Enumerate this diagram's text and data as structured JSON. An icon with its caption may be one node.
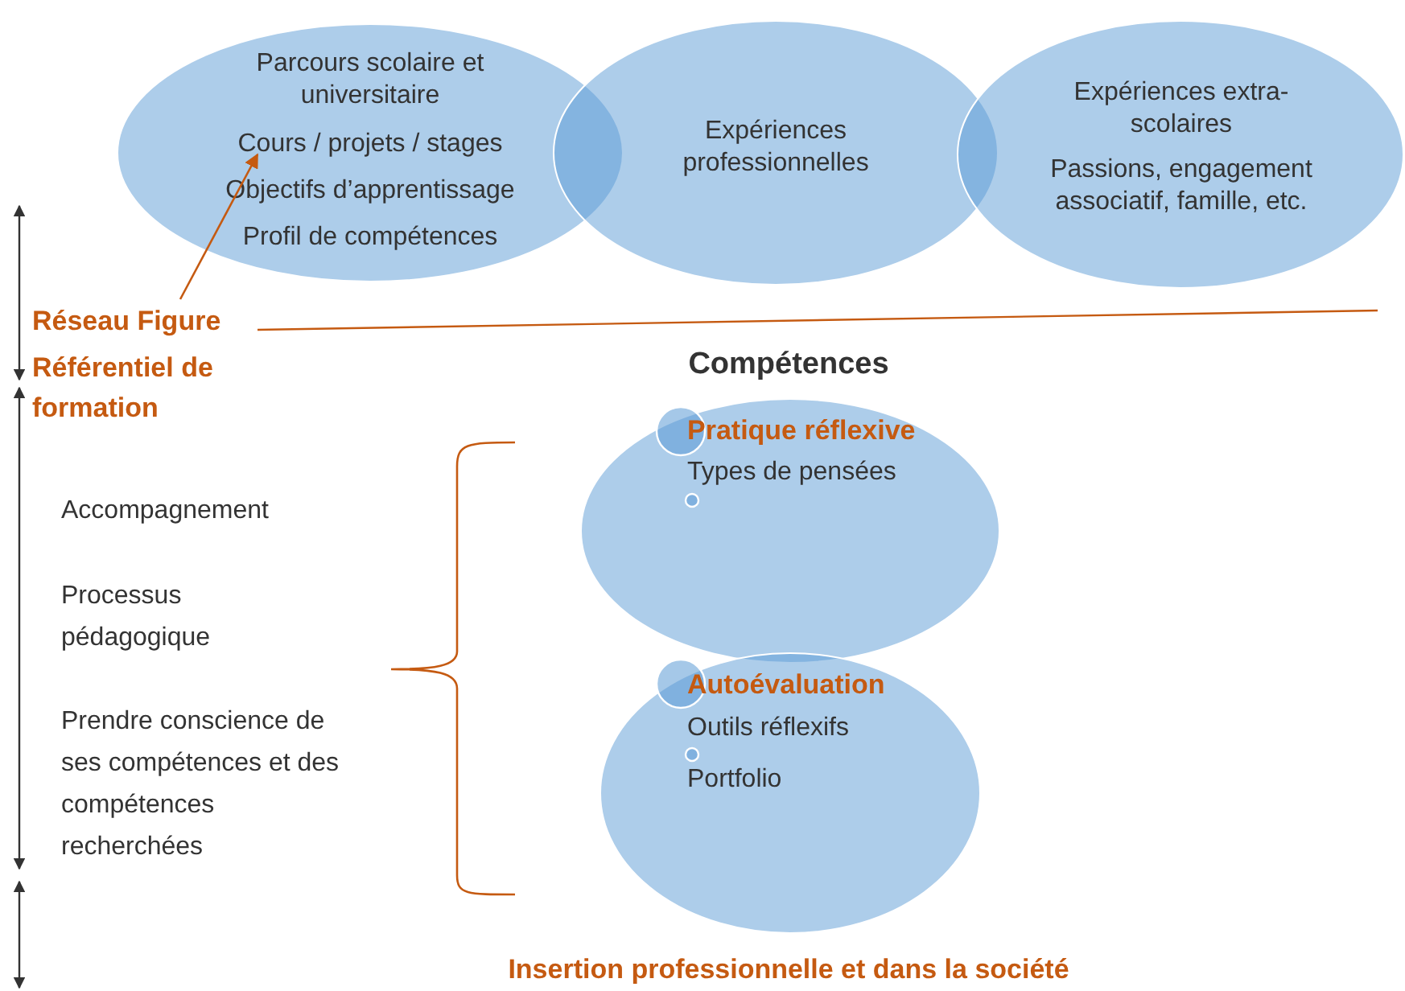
{
  "diagram": {
    "nodes": [
      {
        "text": [
          "Parcours scolaire et universitaire",
          "Cours / projets / stages",
          "Objectifs d’apprentissage",
          "Profil de compétences"
        ]
      },
      {
        "text": [
          "Expériences professionnelles"
        ]
      },
      {
        "text": [
          "Expériences extra-scolaires",
          "Passions, engagement associatif, famille, etc."
        ]
      },
      {
        "text": [
          "Réseau Figure"
        ]
      },
      {
        "text": [
          "Pratique réflexive",
          "Types de pensées"
        ]
      },
      {
        "text": [
          "Autoévaluation",
          "Outils réflexifs",
          "Portfolio"
        ]
      }
    ],
    "edges": [
      {
        "from": 3,
        "to": 0,
        "arrow": "to"
      }
    ],
    "labels": [
      "Référentiel de formation",
      "Compétences",
      "Accompagnement",
      "Processus pédagogique",
      "Prendre conscience de ses compétences et des compétences recherchées",
      "Insertion professionnelle et dans la société"
    ]
  }
}
